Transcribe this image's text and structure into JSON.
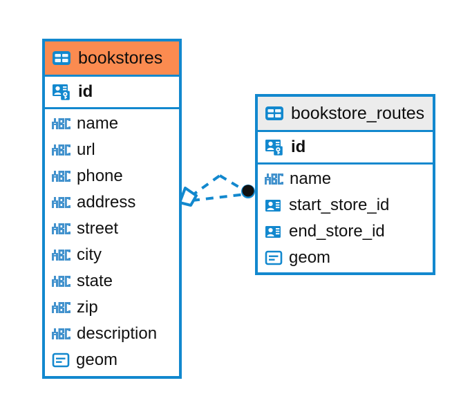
{
  "diagram": {
    "type": "entity-relationship-diagram",
    "background_color": "#ffffff",
    "accent_color": "#1288ce",
    "highlight_color": "#fb8b50",
    "entities": [
      {
        "name": "bookstores",
        "header_style": "accent-orange",
        "icon": "table-icon",
        "primary_key": {
          "name": "id",
          "icon": "primary-key-icon",
          "type": "key"
        },
        "fields": [
          {
            "name": "name",
            "icon": "abc-text-icon",
            "type": "text"
          },
          {
            "name": "url",
            "icon": "abc-text-icon",
            "type": "text"
          },
          {
            "name": "phone",
            "icon": "abc-text-icon",
            "type": "text"
          },
          {
            "name": "address",
            "icon": "abc-text-icon",
            "type": "text"
          },
          {
            "name": "street",
            "icon": "abc-text-icon",
            "type": "text"
          },
          {
            "name": "city",
            "icon": "abc-text-icon",
            "type": "text"
          },
          {
            "name": "state",
            "icon": "abc-text-icon",
            "type": "text"
          },
          {
            "name": "zip",
            "icon": "abc-text-icon",
            "type": "text"
          },
          {
            "name": "description",
            "icon": "abc-text-icon",
            "type": "text"
          },
          {
            "name": "geom",
            "icon": "geometry-icon",
            "type": "geometry"
          }
        ]
      },
      {
        "name": "bookstore_routes",
        "header_style": "accent-gray",
        "icon": "table-icon",
        "primary_key": {
          "name": "id",
          "icon": "primary-key-icon",
          "type": "key"
        },
        "fields": [
          {
            "name": "name",
            "icon": "abc-text-icon",
            "type": "text"
          },
          {
            "name": "start_store_id",
            "icon": "foreign-key-icon",
            "type": "reference"
          },
          {
            "name": "end_store_id",
            "icon": "foreign-key-icon",
            "type": "reference"
          },
          {
            "name": "geom",
            "icon": "geometry-icon",
            "type": "geometry"
          }
        ]
      }
    ],
    "relationship": {
      "name": "bookstores-to-bookstore_routes",
      "line_style": "dashed",
      "line_color": "#1288ce",
      "source_endpoint": "diamond-endpoint",
      "target_endpoint": "filled-circle-endpoint"
    }
  }
}
